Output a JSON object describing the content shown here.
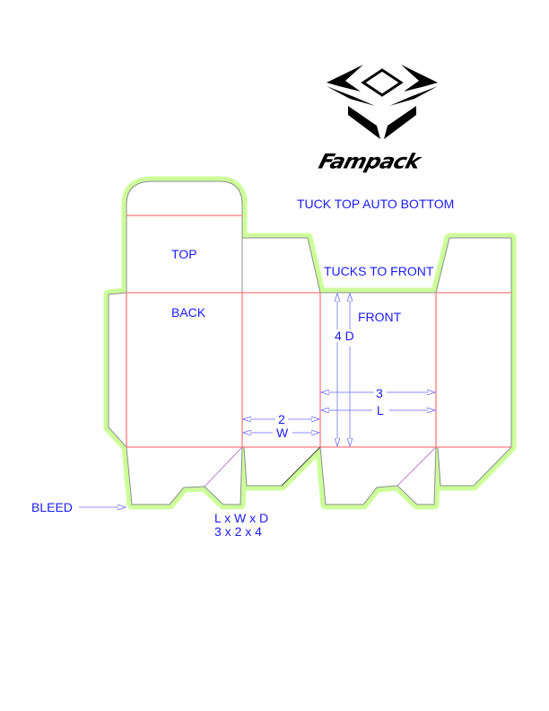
{
  "logo": {
    "wordmark": "Fampack"
  },
  "title": "TUCK TOP AUTO BOTTOM",
  "panels": {
    "top": "TOP",
    "back": "BACK",
    "front": "FRONT",
    "tucks": "TUCKS TO FRONT"
  },
  "dimensions": {
    "depth_label": "4 D",
    "length_value": "3",
    "length_label": "L",
    "width_value": "2",
    "width_label": "W"
  },
  "bleed_label": "BLEED",
  "formula": {
    "labels": "L x W x D",
    "values": "3 x 2 x 4"
  },
  "colors": {
    "cut": "#8c8c8c",
    "fold": "#ff7a7a",
    "bleed": "#ccff99",
    "text": "#1a1aff",
    "dim": "#8c8cff"
  }
}
